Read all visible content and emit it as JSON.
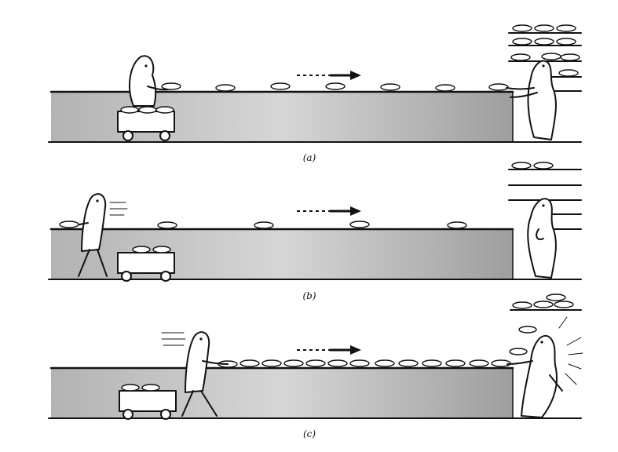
{
  "panels": [
    {
      "id": "a",
      "label": "(a)"
    },
    {
      "id": "b",
      "label": "(b)"
    },
    {
      "id": "c",
      "label": "(c)"
    }
  ],
  "colors": {
    "ink": "#111111",
    "belt": "#b9b9b9",
    "belt_edge": "#8c8c8c",
    "paper": "#ffffff"
  }
}
